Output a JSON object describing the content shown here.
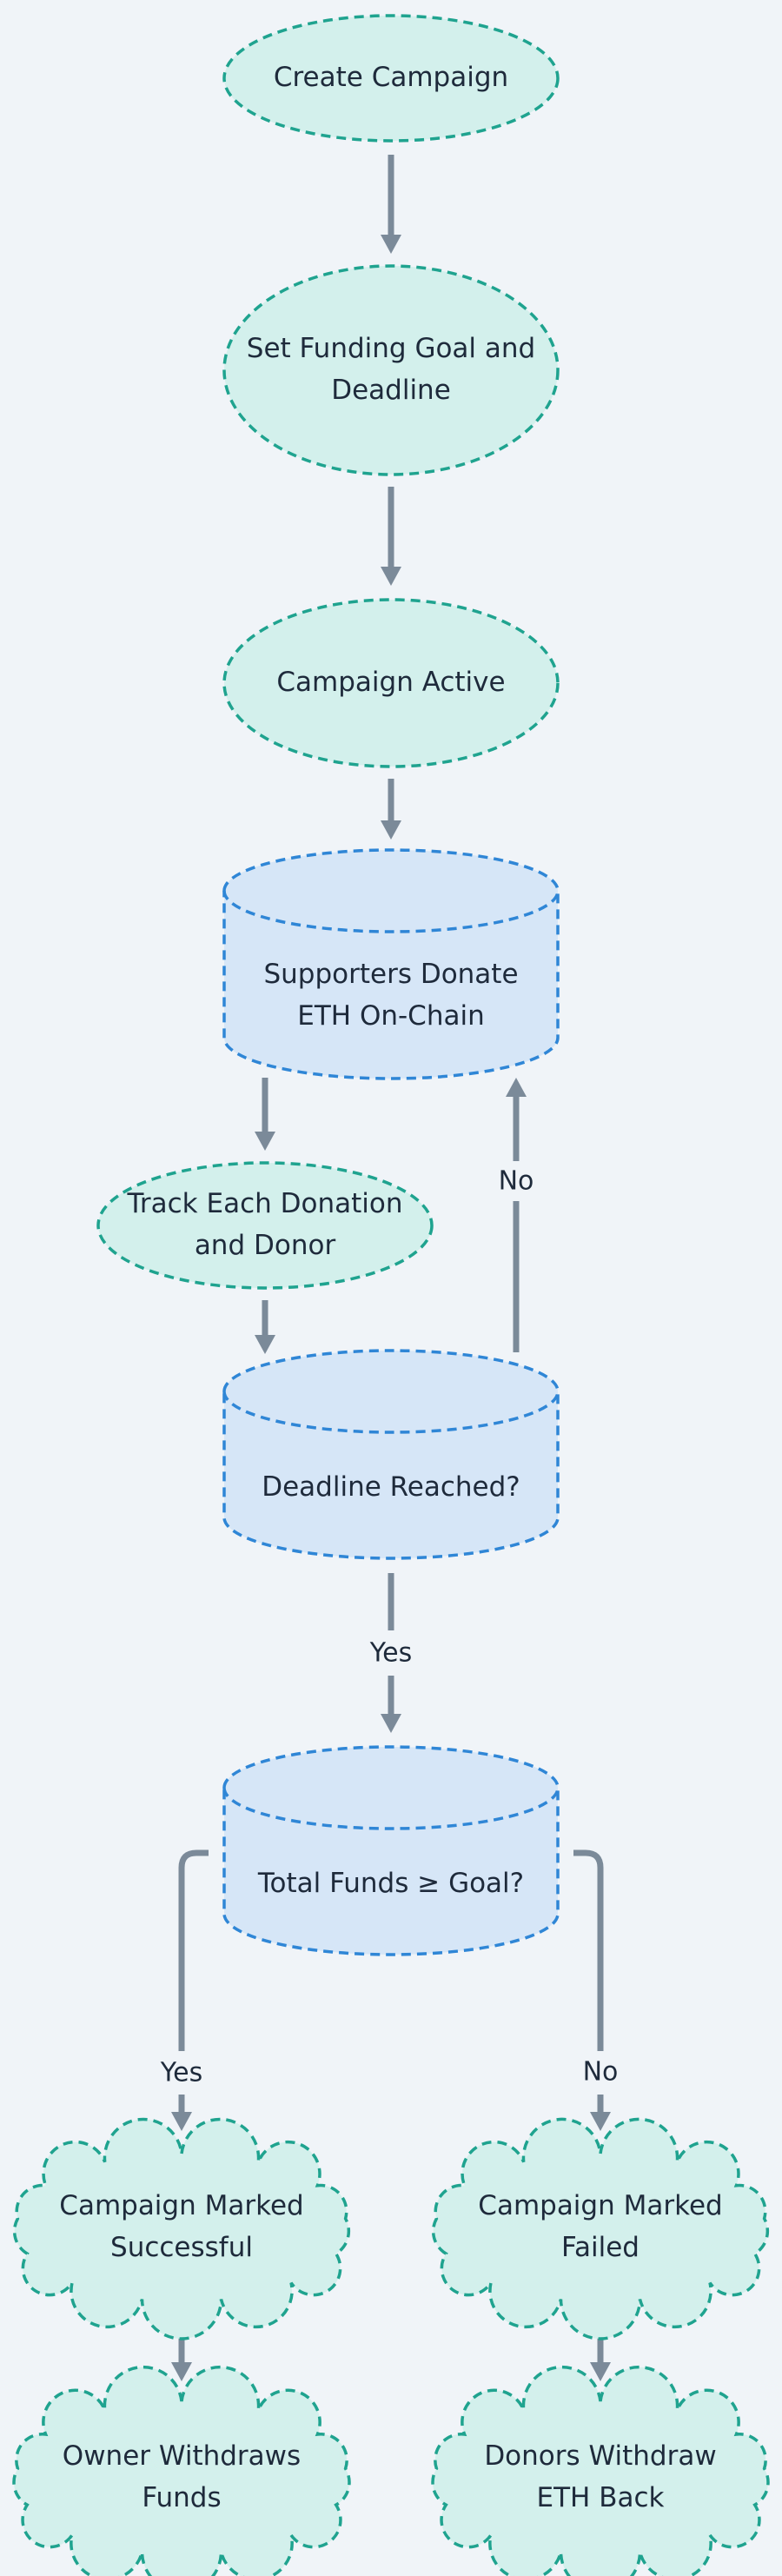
{
  "nodes": {
    "create_campaign": [
      "Create Campaign"
    ],
    "set_goal": [
      "Set Funding Goal and",
      "Deadline"
    ],
    "campaign_active": [
      "Campaign Active"
    ],
    "supporters_donate": [
      "Supporters Donate",
      "ETH On-Chain"
    ],
    "track_donation": [
      "Track Each Donation",
      "and Donor"
    ],
    "deadline_reached": [
      "Deadline Reached?"
    ],
    "total_funds": [
      "Total Funds ≥ Goal?"
    ],
    "marked_successful": [
      "Campaign Marked",
      "Successful"
    ],
    "marked_failed": [
      "Campaign Marked",
      "Failed"
    ],
    "owner_withdraws": [
      "Owner Withdraws",
      "Funds"
    ],
    "donors_withdraw": [
      "Donors Withdraw",
      "ETH Back"
    ]
  },
  "edge_labels": {
    "loop_no": "No",
    "deadline_yes": "Yes",
    "goal_yes": "Yes",
    "goal_no": "No"
  },
  "colors": {
    "background": "#f0f4f8",
    "process_fill": "#d3f0ec",
    "process_stroke": "#1fa38f",
    "decision_fill": "#d6e6f7",
    "decision_stroke": "#2f86d6",
    "arrow": "#7b8a99",
    "text": "#1e2a3b"
  }
}
